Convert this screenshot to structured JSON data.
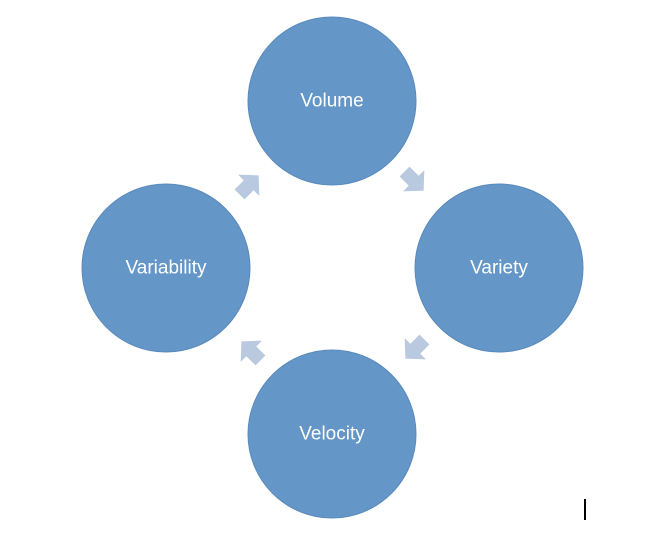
{
  "diagram": {
    "type": "cycle",
    "colors": {
      "node_fill": "#6496c8",
      "node_stroke": "#5a8abc",
      "arrow_fill": "#b8c9e0",
      "label": "#ffffff"
    },
    "nodes": [
      {
        "id": "volume",
        "label": "Volume"
      },
      {
        "id": "variety",
        "label": "Variety"
      },
      {
        "id": "velocity",
        "label": "Velocity"
      },
      {
        "id": "variability",
        "label": "Variability"
      }
    ],
    "edges": [
      {
        "from": "volume",
        "to": "variety"
      },
      {
        "from": "variety",
        "to": "velocity"
      },
      {
        "from": "velocity",
        "to": "variability"
      },
      {
        "from": "variability",
        "to": "volume"
      }
    ]
  },
  "editor": {
    "cursor_visible": true
  }
}
